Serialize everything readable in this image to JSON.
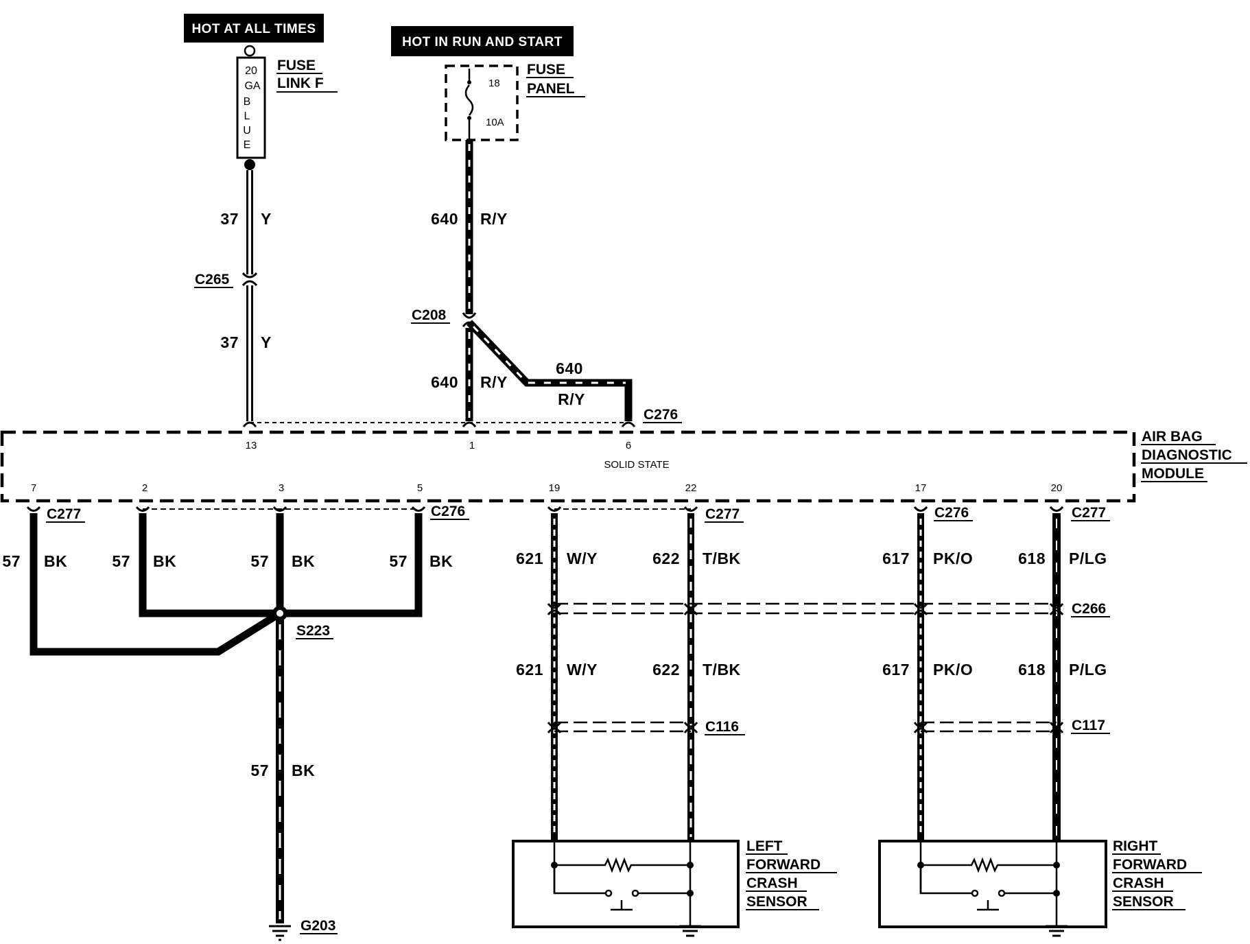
{
  "power": {
    "hot_at_all_times": "HOT AT ALL TIMES",
    "hot_in_run_start": "HOT IN  RUN  AND  START",
    "fuse_link": {
      "label": "FUSE LINK F",
      "line1": "FUSE",
      "line2": "LINK F",
      "gauge_num": "20",
      "gauge_ga": "GA",
      "color_letters": [
        "B",
        "L",
        "U",
        "E"
      ]
    },
    "fuse_panel": {
      "line1": "FUSE",
      "line2": "PANEL",
      "fuse_number": "18",
      "fuse_rating": "10A"
    }
  },
  "connectors": {
    "c265": "C265",
    "c208": "C208",
    "c276_top": "C276",
    "c277_a": "C277",
    "c276_b": "C276",
    "c277_b": "C277",
    "c276_c": "C276",
    "c277_c": "C277",
    "c266": "C266",
    "c116": "C116",
    "c117": "C117",
    "s223": "S223",
    "g203": "G203"
  },
  "wires": {
    "w37_upper": {
      "circuit": "37",
      "color": "Y"
    },
    "w37_lower": {
      "circuit": "37",
      "color": "Y"
    },
    "w640_upper": {
      "circuit": "640",
      "color": "R/Y"
    },
    "w640_lower": {
      "circuit": "640",
      "color": "R/Y"
    },
    "w640_branch": {
      "circuit": "640",
      "color": "R/Y"
    },
    "w57_a": {
      "circuit": "57",
      "color": "BK"
    },
    "w57_b": {
      "circuit": "57",
      "color": "BK"
    },
    "w57_c": {
      "circuit": "57",
      "color": "BK"
    },
    "w57_d": {
      "circuit": "57",
      "color": "BK"
    },
    "w57_ground": {
      "circuit": "57",
      "color": "BK"
    },
    "w621_upper": {
      "circuit": "621",
      "color": "W/Y"
    },
    "w621_lower": {
      "circuit": "621",
      "color": "W/Y"
    },
    "w622_upper": {
      "circuit": "622",
      "color": "T/BK"
    },
    "w622_lower": {
      "circuit": "622",
      "color": "T/BK"
    },
    "w617_upper": {
      "circuit": "617",
      "color": "PK/O"
    },
    "w617_lower": {
      "circuit": "617",
      "color": "PK/O"
    },
    "w618_upper": {
      "circuit": "618",
      "color": "P/LG"
    },
    "w618_lower": {
      "circuit": "618",
      "color": "P/LG"
    }
  },
  "module": {
    "line1": "AIR BAG",
    "line2": "DIAGNOSTIC",
    "line3": "MODULE",
    "solid_state": "SOLID STATE",
    "pins_top": [
      "13",
      "1",
      "6"
    ],
    "pins_bottom": [
      "7",
      "2",
      "3",
      "5",
      "19",
      "22",
      "17",
      "20"
    ]
  },
  "sensors": {
    "left": {
      "line1": "LEFT",
      "line2": "FORWARD",
      "line3": "CRASH",
      "line4": "SENSOR"
    },
    "right": {
      "line1": "RIGHT",
      "line2": "FORWARD",
      "line3": "CRASH",
      "line4": "SENSOR"
    }
  }
}
